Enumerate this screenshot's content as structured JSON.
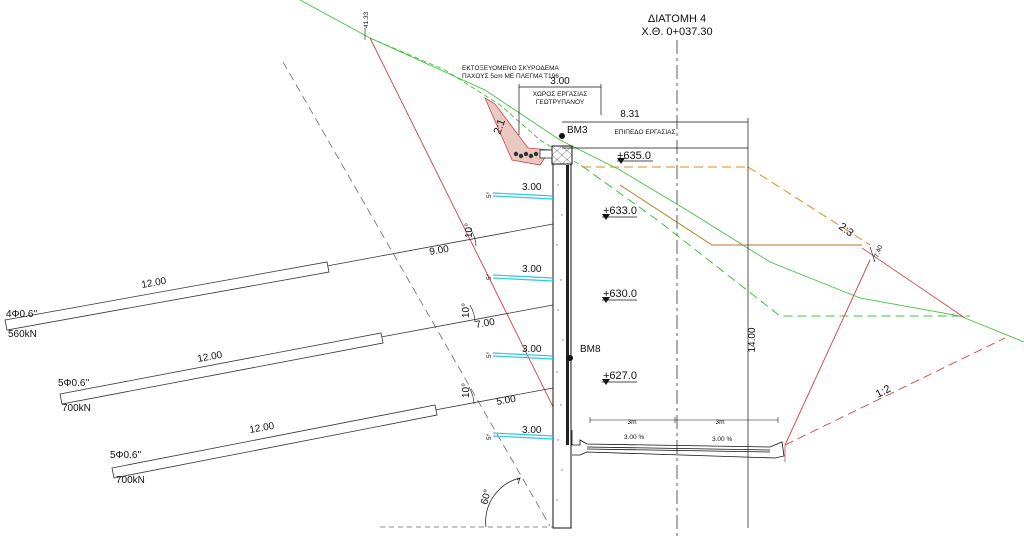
{
  "title": {
    "section": "ΔΙΑΤΟΜΗ 4",
    "chainage": "Χ.Θ. 0+037.30"
  },
  "annotations": {
    "concrete_note_1": "ΕΚΤΟΞΕΥΟΜΕΝΟ ΣΚΥΡΟΔΕΜΑ",
    "concrete_note_2": "ΠΑΧΟΥΣ 5cm ΜΕ ΠΛΕΓΜΑ Τ196",
    "drill_area_width": "3.00",
    "drill_area_label_1": "ΧΩΡΟΣ ΕΡΓΑΣΙΑΣ",
    "drill_area_label_2": "ΓΕΩΤΡΥΠΑΝΟΥ",
    "work_width": "8.31",
    "work_level_label": "ΕΠΙΠΕΔΟ ΕΡΓΑΣΙΑΣ",
    "slope_top": "2:1",
    "slope_right": "2:3",
    "slope_bottom": "1:2",
    "top_value": "41.33",
    "right_value": "7.40",
    "height": "14.00",
    "angle": "60°",
    "half_width_left": "3m",
    "half_width_right": "3m",
    "grade_left": "3.00 %",
    "grade_right": "3.00 %"
  },
  "benchmarks": {
    "bm3": "BM3",
    "bm8": "BM8"
  },
  "levels": [
    "+635.0",
    "+633.0",
    "+630.0",
    "+627.0"
  ],
  "nails": [
    "3.00",
    "3.00",
    "3.00",
    "3.00"
  ],
  "nail_angle": "5°",
  "anchors": [
    {
      "free_length": "9.00",
      "bond_length": "12.00",
      "tendon": "4Φ0.6''",
      "force": "560kN",
      "angle": "10°"
    },
    {
      "free_length": "7.00",
      "bond_length": "12.00",
      "tendon": "5Φ0.6''",
      "force": "700kN",
      "angle": "10°"
    },
    {
      "free_length": "5.00",
      "bond_length": "12.00",
      "tendon": "5Φ0.6''",
      "force": "700kN",
      "angle": "10°"
    }
  ]
}
